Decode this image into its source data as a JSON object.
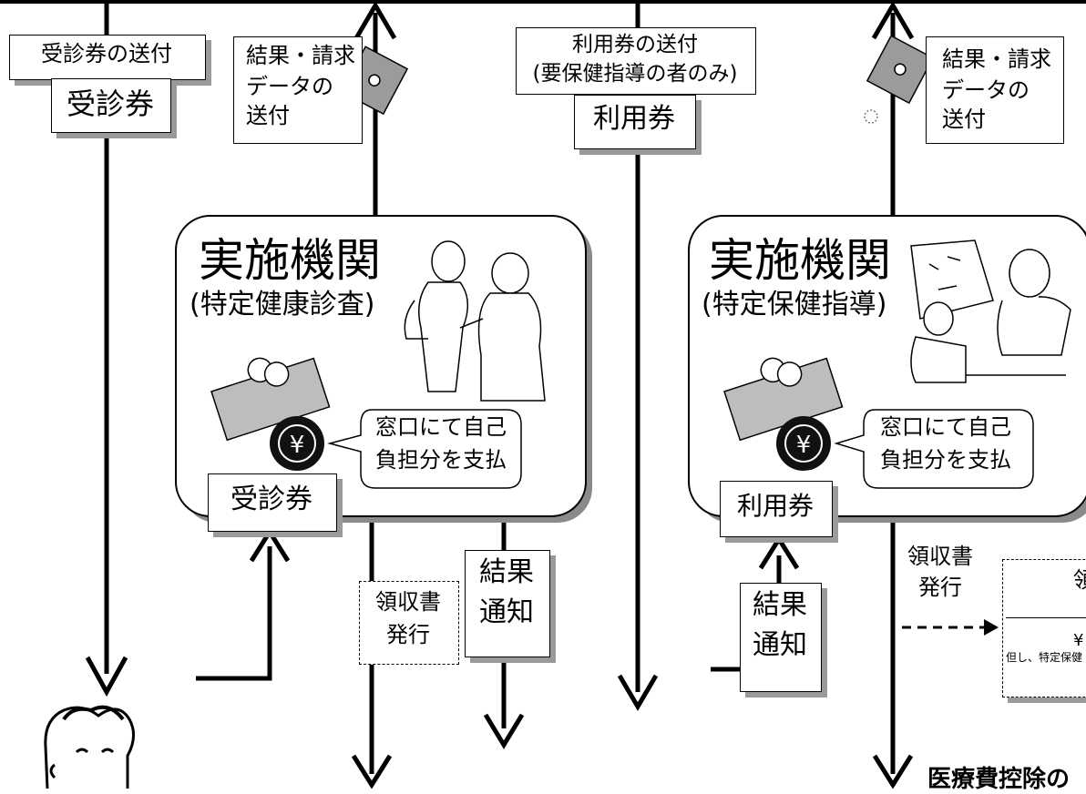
{
  "colors": {
    "line": "#000000",
    "shadow": "#9a9a9a",
    "panel_shadow": "#8a8a8a",
    "disk": "#9b9b9b",
    "coin": "#111111"
  },
  "left_flow": {
    "voucher_send_label": "受診券の送付",
    "voucher_ticket": "受診券",
    "result_send_label": [
      "結果・請求",
      "データの",
      "送付"
    ],
    "institution": {
      "title": "実施機関",
      "subtitle": "(特定健康診査)"
    },
    "payment_bubble": [
      "窓口にて自己",
      "負担分を支払"
    ],
    "ticket": "受診券",
    "receipt_label": [
      "領収書",
      "発行"
    ],
    "result_notice": [
      "結果",
      "通知"
    ]
  },
  "right_flow": {
    "usage_send_label": [
      "利用券の送付",
      "(要保健指導の者のみ)"
    ],
    "usage_ticket": "利用券",
    "result_send_label": [
      "結果・請求",
      "データの",
      "送付"
    ],
    "institution": {
      "title": "実施機関",
      "subtitle": "(特定保健指導)"
    },
    "payment_bubble": [
      "窓口にて自己",
      "負担分を支払"
    ],
    "ticket": "利用券",
    "result_notice": [
      "結果",
      "通知"
    ],
    "receipt_label": [
      "領収書",
      "発行"
    ],
    "receipt_card": {
      "header": "領",
      "amount": "¥",
      "note": "但し、特定保健"
    },
    "bottom_caption": "医療費控除の"
  },
  "icons": [
    "floppy-disk-icon",
    "yen-coin-icon",
    "banknote-icon",
    "person-face-icon"
  ]
}
